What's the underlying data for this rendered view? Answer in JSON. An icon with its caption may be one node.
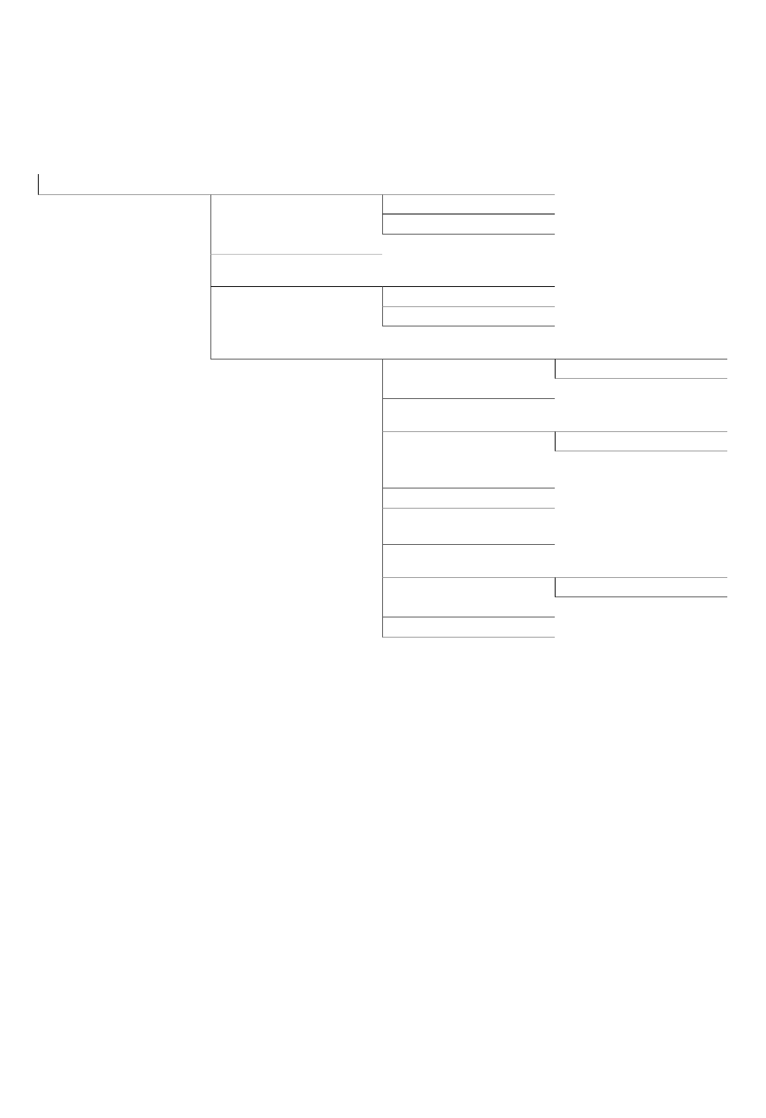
{
  "diagram": {
    "nodes": [
      {
        "text": [],
        "shape": "box"
      },
      {
        "text": [],
        "shape": "box"
      },
      {
        "text": [],
        "shape": "box"
      },
      {
        "text": [],
        "shape": "box"
      },
      {
        "text": [],
        "shape": "box"
      },
      {
        "text": [],
        "shape": "box"
      },
      {
        "text": [],
        "shape": "box"
      },
      {
        "text": [],
        "shape": "box"
      },
      {
        "text": [],
        "shape": "box"
      },
      {
        "text": [],
        "shape": "box"
      },
      {
        "text": [],
        "shape": "box"
      },
      {
        "text": [],
        "shape": "box"
      },
      {
        "text": [],
        "shape": "box"
      },
      {
        "text": [],
        "shape": "box"
      },
      {
        "text": [],
        "shape": "box"
      },
      {
        "text": [],
        "shape": "box"
      },
      {
        "text": [],
        "shape": "box"
      },
      {
        "text": [],
        "shape": "box"
      },
      {
        "text": [],
        "shape": "box"
      }
    ]
  }
}
